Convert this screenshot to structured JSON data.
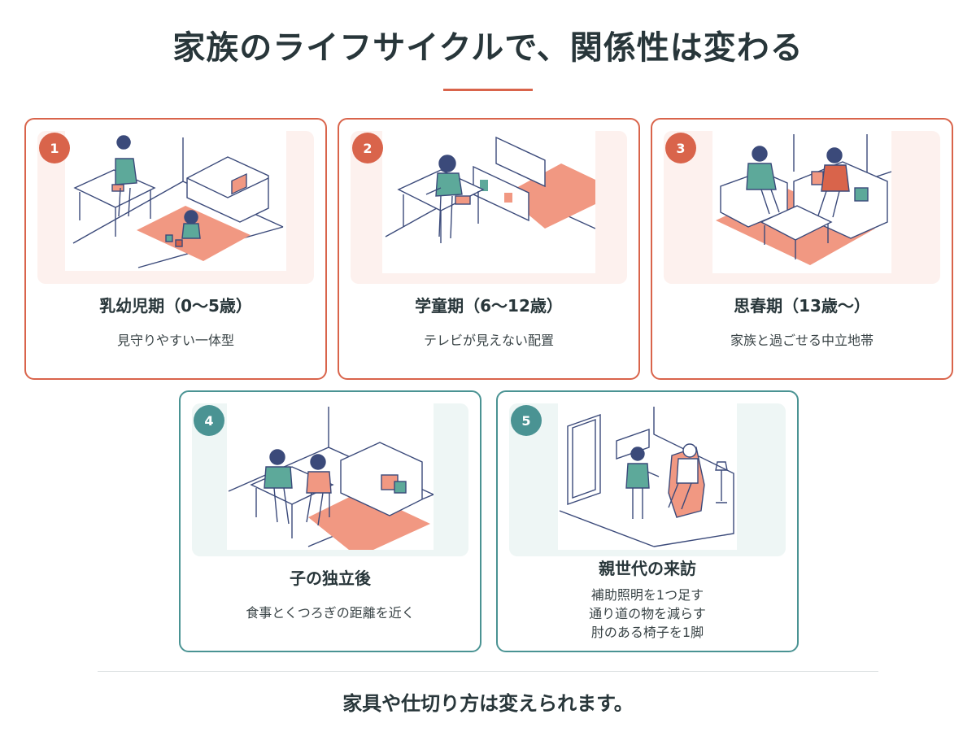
{
  "header": {
    "title": "家族のライフサイクルで、関係性は変わる"
  },
  "stages": [
    {
      "number": "1",
      "title": "乳幼児期（0〜5歳）",
      "desc": [
        "見守りやすい一体型"
      ]
    },
    {
      "number": "2",
      "title": "学童期（6〜12歳）",
      "desc": [
        "テレビが見えない配置"
      ]
    },
    {
      "number": "3",
      "title": "思春期（13歳〜）",
      "desc": [
        "家族と過ごせる中立地帯"
      ]
    },
    {
      "number": "4",
      "title": "子の独立後",
      "desc": [
        "食事とくつろぎの距離を近く"
      ]
    },
    {
      "number": "5",
      "title": "親世代の来訪",
      "desc": [
        "補助照明を1つ足す",
        "通り道の物を減らす",
        "肘のある椅子を1脚"
      ]
    }
  ],
  "footer": {
    "text": "家具や仕切り方は変えられます。"
  },
  "colors": {
    "accent_warm": "#d9644b",
    "accent_cool": "#4a9393",
    "rug": "#f19882",
    "figure_green": "#5da99a",
    "line": "#3b4a7a"
  },
  "icons": [
    "infant-playroom-illustration",
    "study-desk-illustration",
    "teen-sofa-illustration",
    "couple-dining-illustration",
    "elder-visit-illustration"
  ]
}
